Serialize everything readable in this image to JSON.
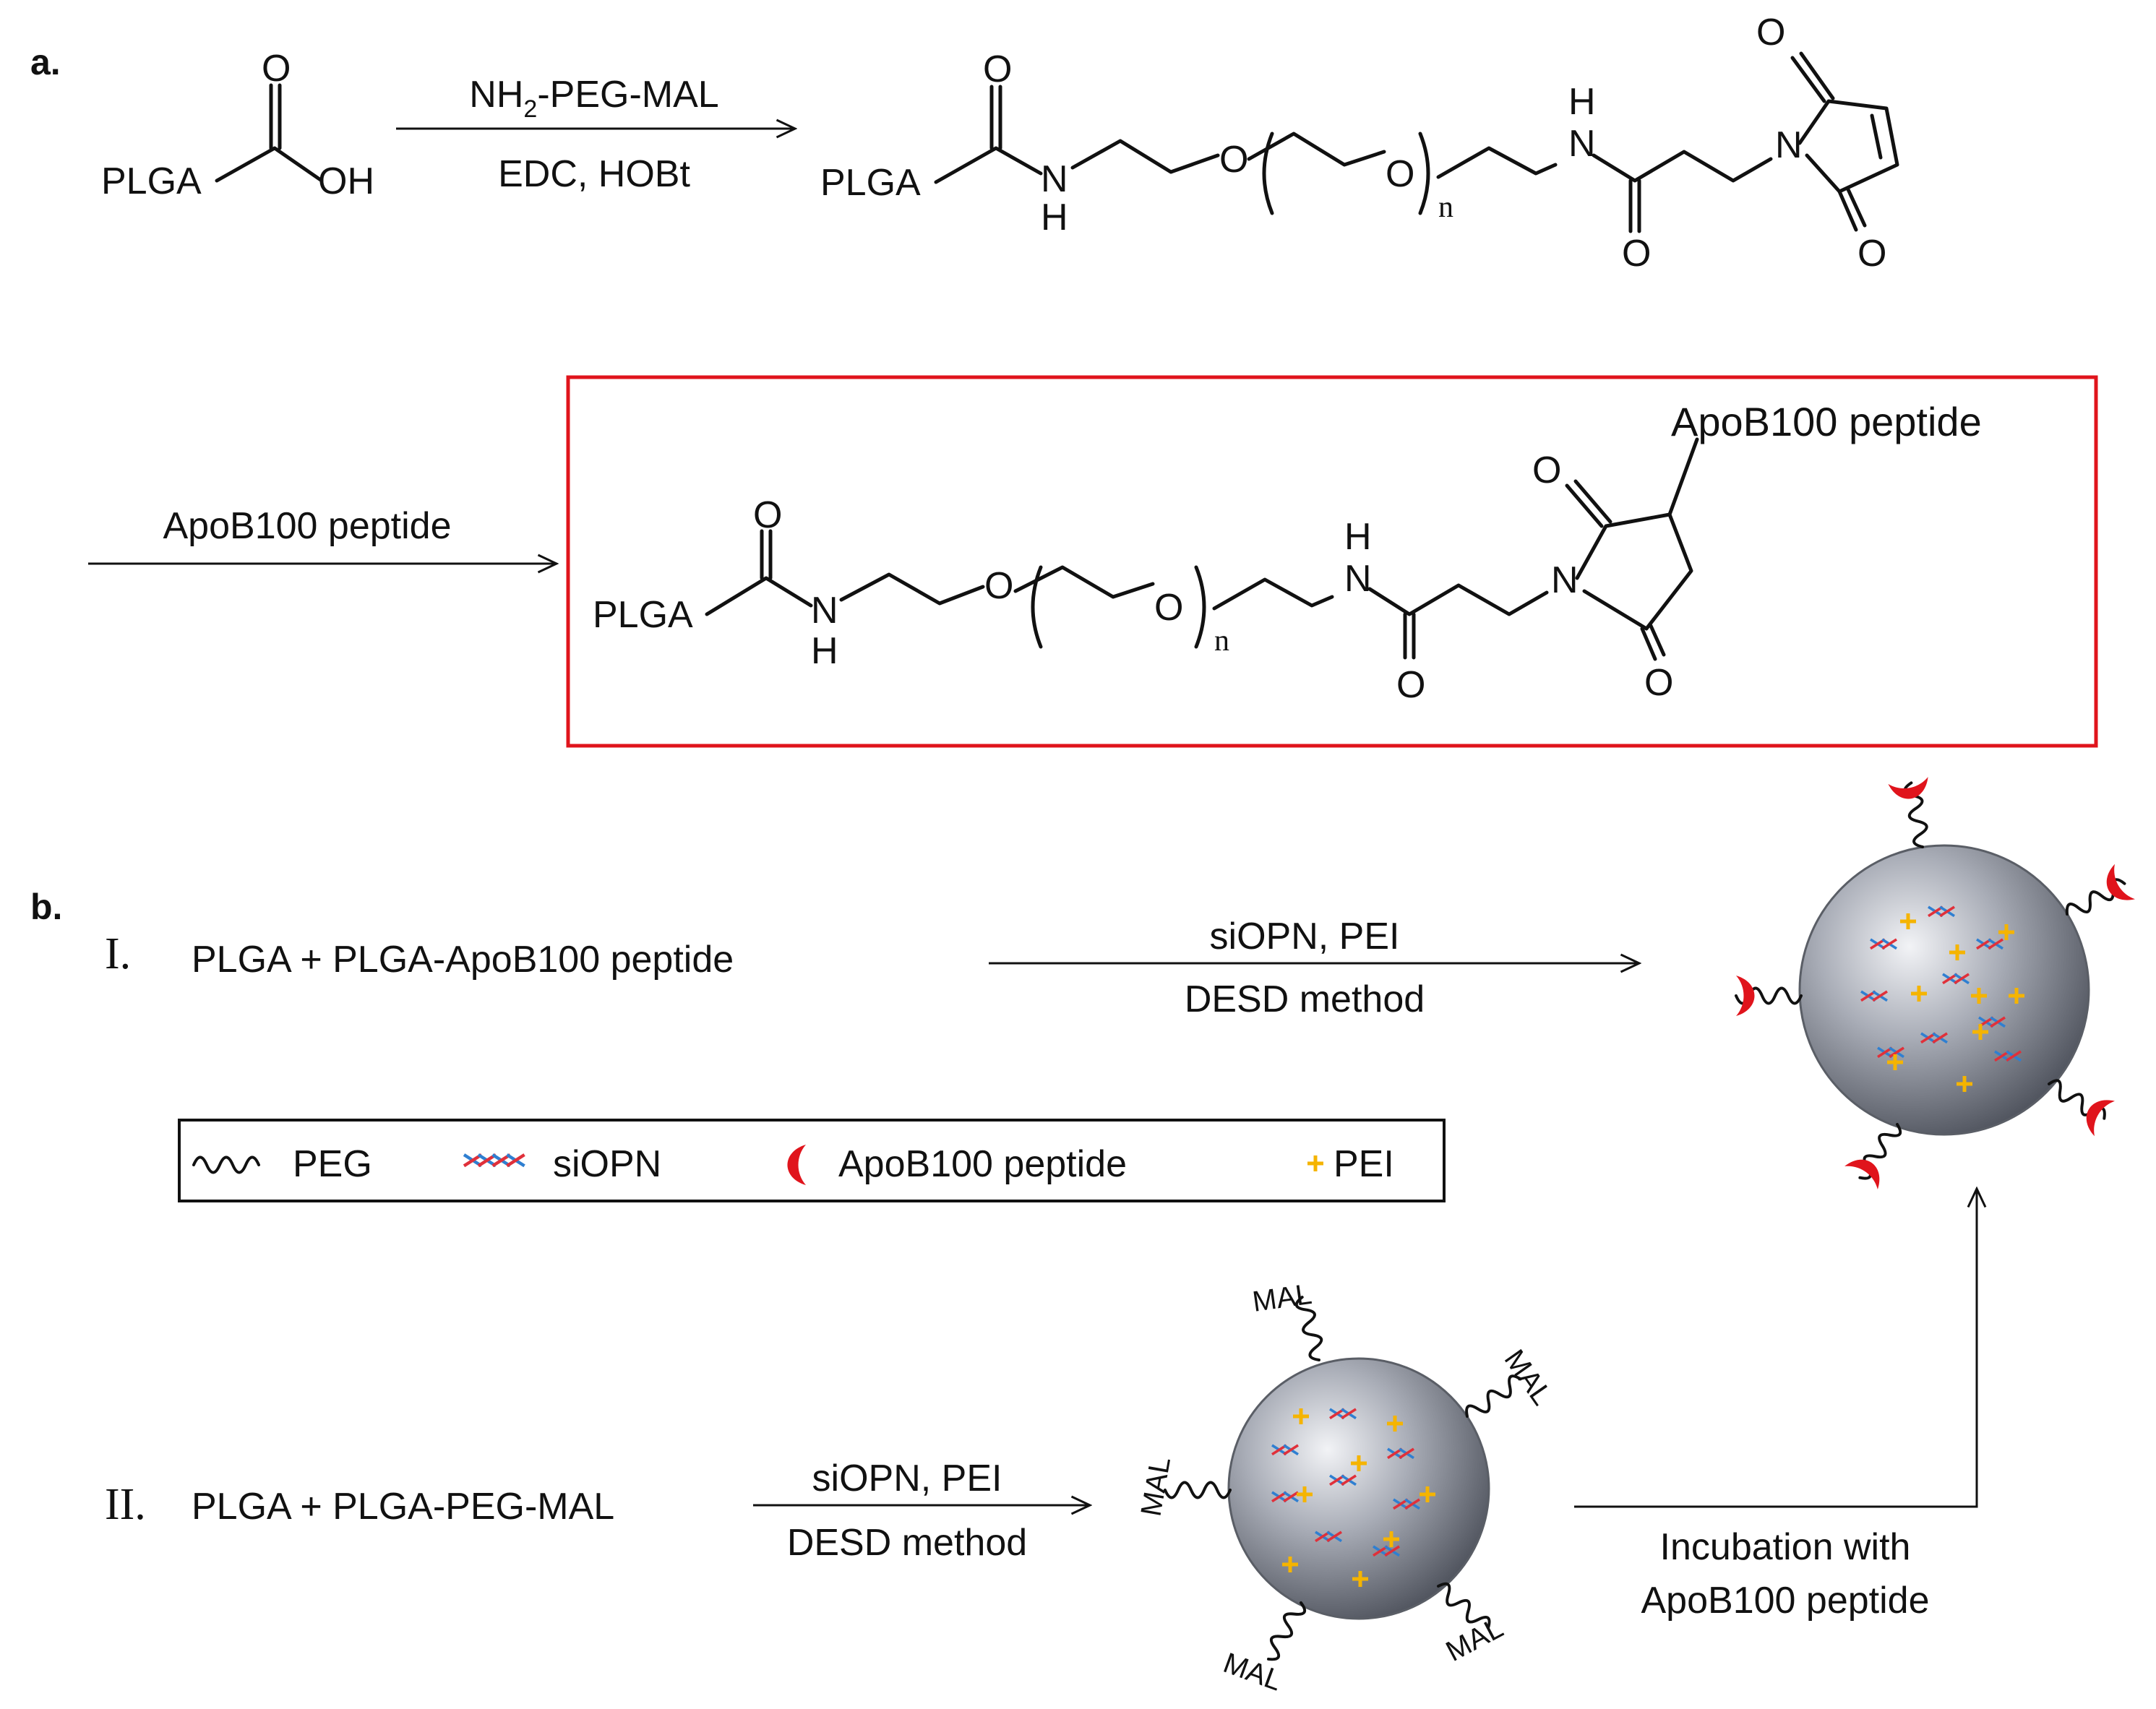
{
  "panel_a": {
    "label": "a.",
    "start_acid": {
      "plga": "PLGA",
      "o": "O",
      "oh": "OH"
    },
    "step1": {
      "reagent_prefix": "NH",
      "reagent_sub": "2",
      "reagent_suffix": "-PEG-MAL",
      "conditions": "EDC, HOBt"
    },
    "product1": {
      "plga": "PLGA",
      "o": "O",
      "n": "N",
      "h": "H",
      "repeat": "n"
    },
    "step2": {
      "reagent": "ApoB100 peptide"
    },
    "product2": {
      "plga": "PLGA",
      "o": "O",
      "n": "N",
      "h": "H",
      "repeat": "n",
      "substituent": "ApoB100 peptide"
    },
    "box_color": "#e0141c"
  },
  "panel_b": {
    "label": "b.",
    "route1": {
      "numeral": "I.",
      "text": "PLGA + PLGA-ApoB100  peptide",
      "above": "siOPN, PEI",
      "below": "DESD method"
    },
    "route2": {
      "numeral": "II.",
      "text": "PLGA + PLGA-PEG-MAL",
      "above": "siOPN, PEI",
      "below": "DESD method"
    },
    "legend": [
      {
        "icon": "peg-wiggle-icon",
        "label": "PEG"
      },
      {
        "icon": "sirna-duplex-icon",
        "label": "siOPN"
      },
      {
        "icon": "crescent-icon",
        "label": "ApoB100 peptide"
      },
      {
        "icon": "plus-icon",
        "label": "PEI"
      }
    ],
    "mal_label": "MAL",
    "incubation": {
      "line1": "Incubation with",
      "line2": "ApoB100 peptide"
    },
    "colors": {
      "peptide": "#e0141c",
      "pei": "#f5b400",
      "sirna_blue": "#2f7fd1",
      "sirna_red": "#e0303a",
      "particle": "#9ea3ad"
    }
  }
}
